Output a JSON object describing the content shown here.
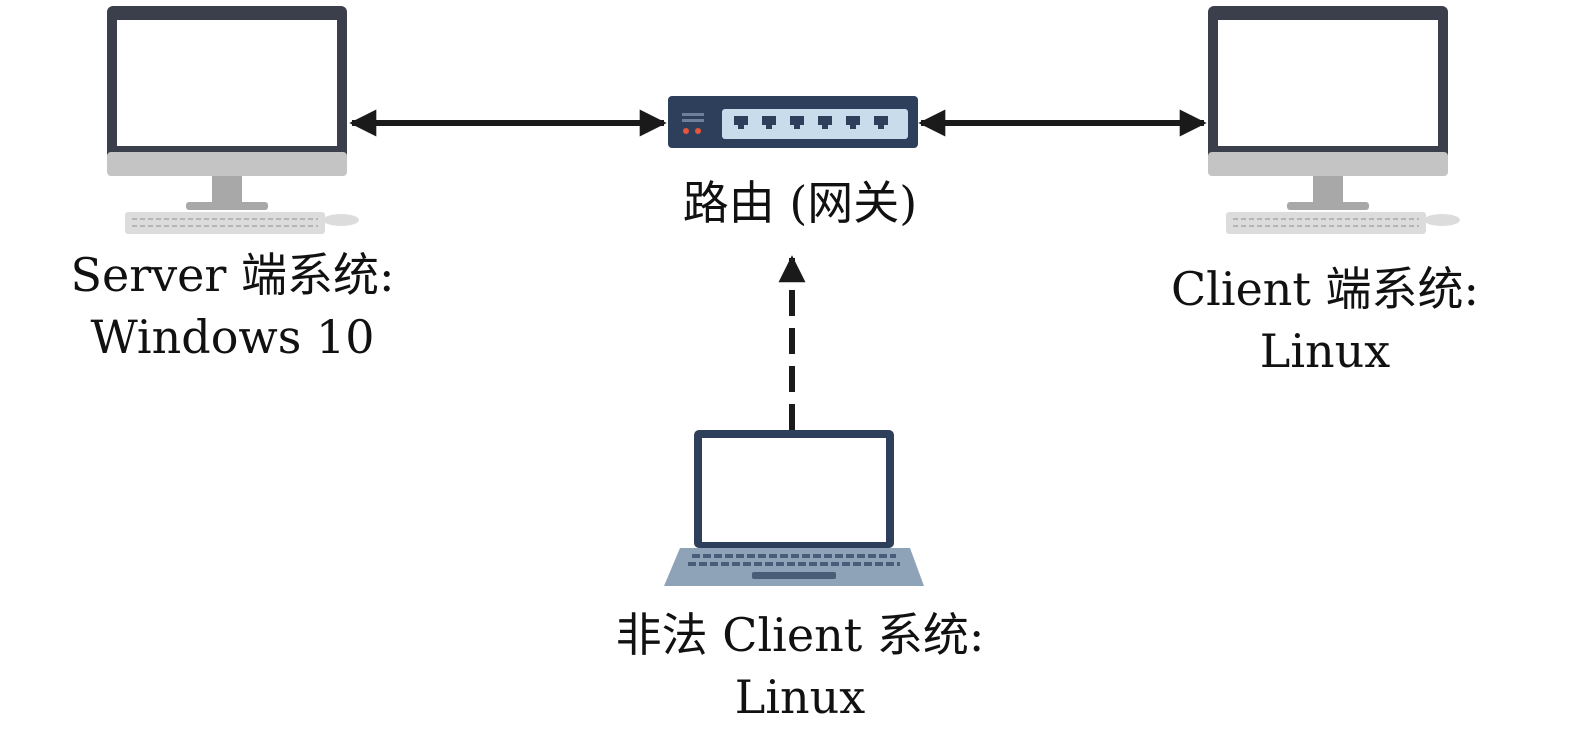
{
  "nodes": {
    "server": {
      "icon": "desktop-computer-icon",
      "line1": "Server 端系统:",
      "line2": "Windows 10"
    },
    "router": {
      "icon": "network-switch-icon",
      "line1": "路由 (网关)"
    },
    "client": {
      "icon": "desktop-computer-icon",
      "line1": "Client 端系统:",
      "line2": "Linux"
    },
    "rogue_client": {
      "icon": "laptop-icon",
      "line1": "非法 Client 系统:",
      "line2": "Linux"
    }
  },
  "edges": [
    {
      "from": "server",
      "to": "router",
      "style": "solid",
      "direction": "bidirectional"
    },
    {
      "from": "router",
      "to": "client",
      "style": "solid",
      "direction": "bidirectional"
    },
    {
      "from": "rogue_client",
      "to": "router",
      "style": "dashed",
      "direction": "one-way"
    }
  ],
  "colors": {
    "device_frame": "#3a3f4b",
    "screen": "#ffffff",
    "stand": "#a8a8a8",
    "switch_body": "#2e3f5c",
    "switch_panel": "#c9dcec",
    "port_led": "#e8553b",
    "laptop_base": "#8fa3b8",
    "arrow": "#1a1a1a"
  }
}
